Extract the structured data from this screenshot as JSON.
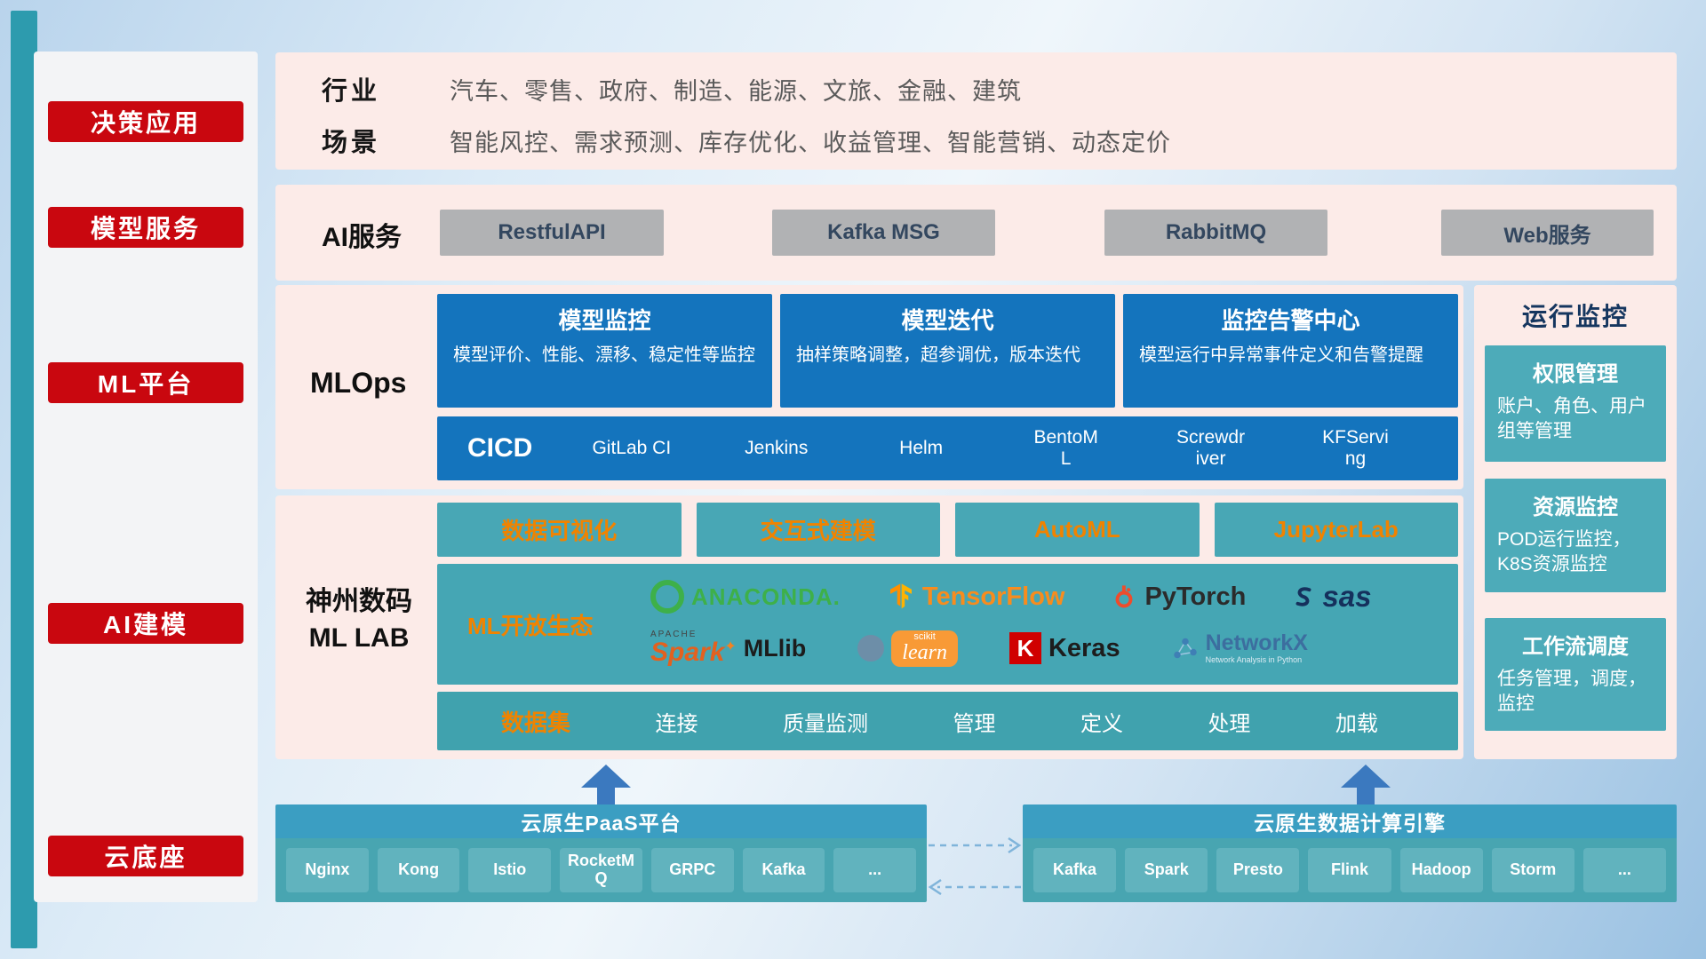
{
  "sidebar": {
    "items": [
      {
        "label": "决策应用"
      },
      {
        "label": "模型服务"
      },
      {
        "label": "ML平台"
      },
      {
        "label": "AI建模"
      },
      {
        "label": "云底座"
      }
    ]
  },
  "industry_row": {
    "label": "行业",
    "content": "汽车、零售、政府、制造、能源、文旅、金融、建筑"
  },
  "scenario_row": {
    "label": "场景",
    "content": "智能风控、需求预测、库存优化、收益管理、智能营销、动态定价"
  },
  "ai_service": {
    "label": "AI服务",
    "buttons": [
      "RestfulAPI",
      "Kafka MSG",
      "RabbitMQ",
      "Web服务"
    ]
  },
  "mlops": {
    "label": "MLOps",
    "cards": [
      {
        "title": "模型监控",
        "desc": "模型评价、性能、漂移、稳定性等监控"
      },
      {
        "title": "模型迭代",
        "desc": "抽样策略调整，超参调优，版本迭代"
      },
      {
        "title": "监控告警中心",
        "desc": "模型运行中异常事件定义和告警提醒"
      }
    ],
    "cicd_label": "CICD",
    "cicd_items": [
      "GitLab CI",
      "Jenkins",
      "Helm",
      "BentoML",
      "Screwdriver",
      "KFServing"
    ]
  },
  "ml_lab": {
    "label_line1": "神州数码",
    "label_line2": "ML LAB",
    "tools": [
      "数据可视化",
      "交互式建模",
      "AutoML",
      "JupyterLab"
    ],
    "ecosystem_label": "ML开放生态",
    "logos": {
      "anaconda": "ANACONDA.",
      "tensorflow": "TensorFlow",
      "pytorch": "PyTorch",
      "sas": "sas",
      "spark_brand": "APACHE",
      "spark": "Spark",
      "spark_star": "✦",
      "mllib": "MLlib",
      "sklearn_top": "scikit",
      "sklearn_main": "learn",
      "keras_initial": "K",
      "keras": "Keras",
      "networkx": "NetworkX",
      "networkx_sub": "Network Analysis in Python"
    },
    "dataset_label": "数据集",
    "dataset_items": [
      "连接",
      "质量监测",
      "管理",
      "定义",
      "处理",
      "加载"
    ]
  },
  "monitoring": {
    "title": "运行监控",
    "cards": [
      {
        "title": "权限管理",
        "desc": "账户、角色、用户组等管理"
      },
      {
        "title": "资源监控",
        "desc": "POD运行监控，K8S资源监控"
      },
      {
        "title": "工作流调度",
        "desc": "任务管理，调度，监控"
      }
    ]
  },
  "cloud": {
    "paas_title": "云原生PaaS平台",
    "paas_items": [
      "Nginx",
      "Kong",
      "Istio",
      "RocketMQ",
      "GRPC",
      "Kafka",
      "..."
    ],
    "engine_title": "云原生数据计算引擎",
    "engine_items": [
      "Kafka",
      "Spark",
      "Presto",
      "Flink",
      "Hadoop",
      "Storm",
      "..."
    ]
  },
  "colors": {
    "sidebar_red": "#c9070f",
    "panel_pink": "#fcebe8",
    "mlops_blue": "#1474bd",
    "teal": "#45a6b4",
    "orange_accent": "#f08300",
    "cloud_bar_teal": "#3b9ec2"
  }
}
